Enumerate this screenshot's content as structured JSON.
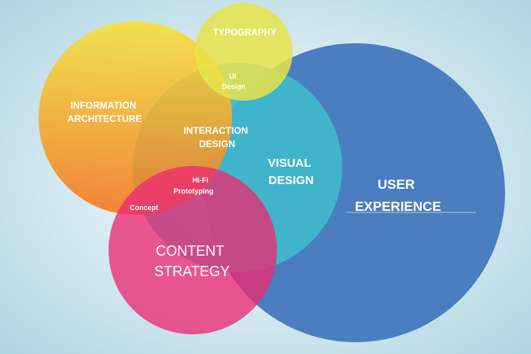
{
  "diagram": {
    "colors": {
      "background_center": "#ffffff",
      "background_edge": "#a9d3e0",
      "user_experience": "#4a7ec0",
      "visual_design": "#3fb8cc",
      "information_architecture_top": "#f6e23a",
      "information_architecture_bottom": "#f4751f",
      "typography": "#e8e34a",
      "content_strategy": "#ec2a72",
      "label": "#ffffff"
    },
    "labels": {
      "user_experience": [
        "USER",
        "EXPERIENCE"
      ],
      "visual_design": [
        "VISUAL",
        "DESIGN"
      ],
      "information_architecture": [
        "INFORMATION",
        "ARCHITECTURE"
      ],
      "typography": [
        "TYPOGRAPHY"
      ],
      "ui_design": [
        "UI",
        "Design"
      ],
      "interaction_design": [
        "INTERACTION",
        "DESIGN"
      ],
      "hifi_prototyping": [
        "Hi-Fi",
        "Prototyping"
      ],
      "concept": [
        "Concept"
      ],
      "content_strategy": [
        "CONTENT",
        "STRATEGY"
      ]
    }
  }
}
